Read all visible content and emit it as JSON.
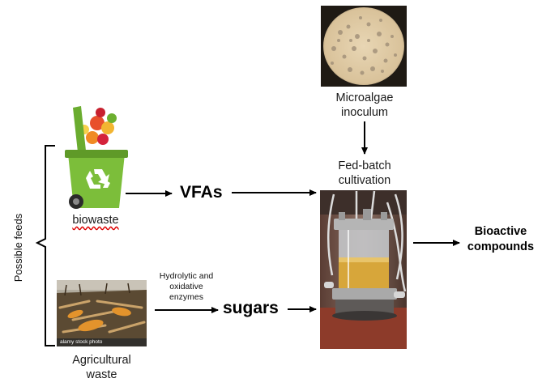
{
  "labels": {
    "microalgae": [
      "Microalgae",
      "inoculum"
    ],
    "fedbatch": [
      "Fed-batch",
      "cultivation"
    ],
    "biowaste": "biowaste",
    "vfas": "VFAs",
    "sugars": "sugars",
    "enzymes": [
      "Hydrolytic and",
      "oxidative",
      "enzymes"
    ],
    "agricultural": [
      "Agricultural",
      "waste"
    ],
    "bioactive": [
      "Bioactive",
      "compounds"
    ],
    "possible_feeds": "Possible feeds",
    "photo_watermark": "alamy stock photo"
  },
  "icons": {
    "bin": "recycle-bin-icon",
    "microscope": "microalgae-photo",
    "reactor": "bioreactor-photo",
    "crop": "corn-waste-photo"
  },
  "colors": {
    "bin_green": "#7cbe3a",
    "arrow": "#000000"
  }
}
